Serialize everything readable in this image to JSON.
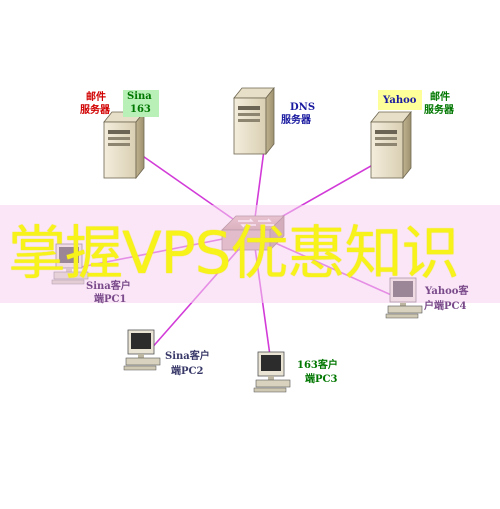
{
  "colors": {
    "link": "#d23bd8",
    "red_text": "#d10000",
    "blue_text": "#1a1aa0",
    "green_text": "#007700",
    "purple_text": "#7a4a8a",
    "dark_text": "#3a3a3a",
    "watermark": "#f7f21a"
  },
  "diagram": {
    "center": {
      "name": "switch-hub"
    },
    "servers": {
      "mail_left": {
        "line1": "邮件",
        "line2": "服务器",
        "tag1": "Sina",
        "tag2": "163"
      },
      "dns": {
        "line1": "DNS",
        "line2": "服务器"
      },
      "mail_right": {
        "tag": "Yahoo",
        "line1": "邮件",
        "line2": "服务器"
      }
    },
    "clients": {
      "pc1": {
        "line1": "Sina客户",
        "line2": "端PC1"
      },
      "pc2": {
        "line1": "Sina客户",
        "line2": "端PC2"
      },
      "pc3": {
        "line1": "163客户",
        "line2": "端PC3"
      },
      "pc4": {
        "line1": "Yahoo客",
        "line2": "户端PC4"
      }
    }
  },
  "watermark": {
    "text": "掌握VPS优惠知识"
  }
}
